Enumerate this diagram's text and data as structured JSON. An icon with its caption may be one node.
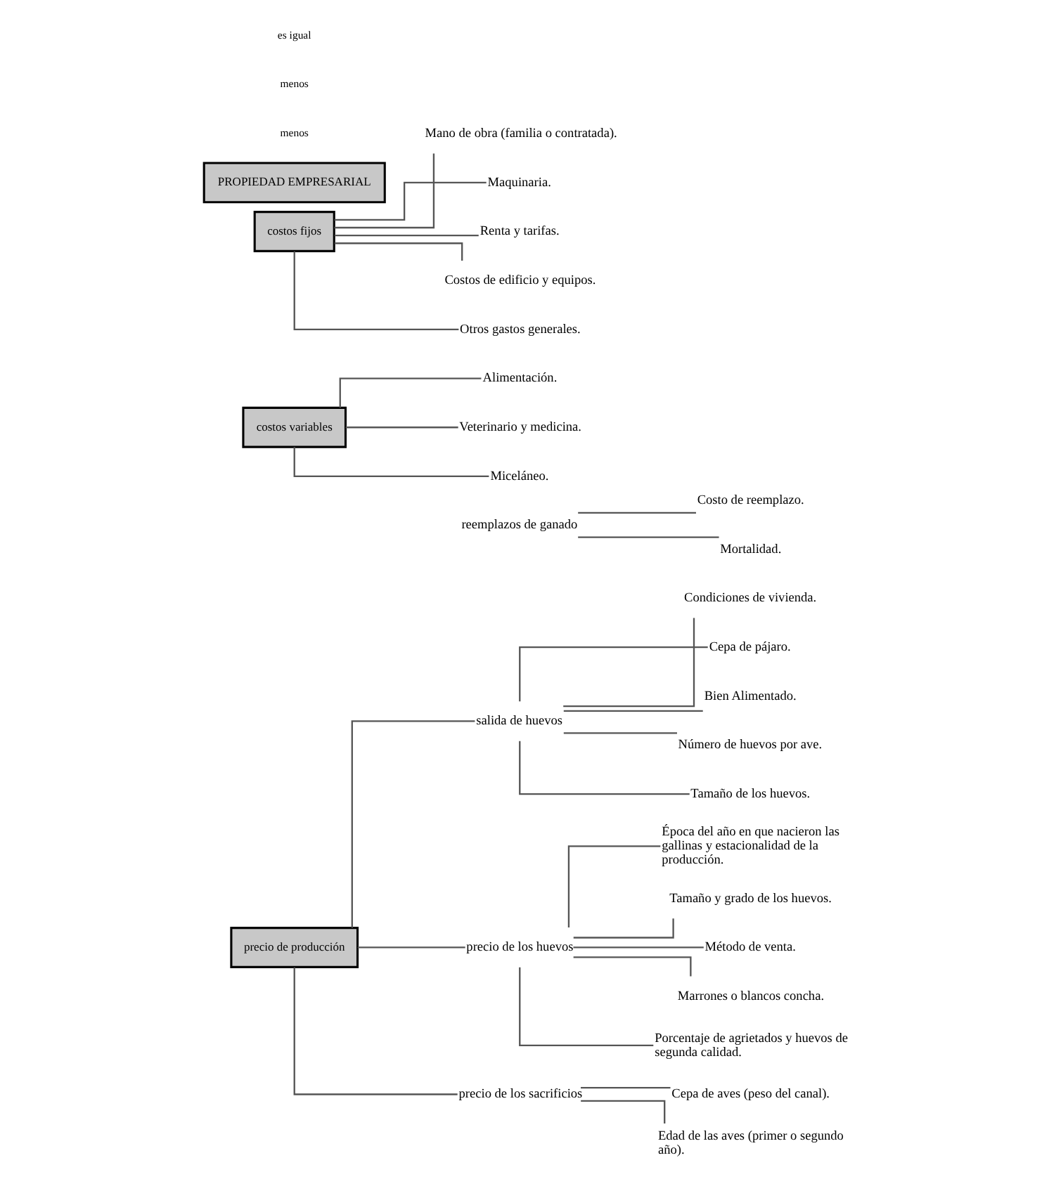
{
  "diagram": {
    "nodes": [
      {
        "text": [
          "precio de producción"
        ]
      },
      {
        "text": [
          "salida de huevos"
        ]
      },
      {
        "text": [
          "Condiciones de vivienda."
        ]
      },
      {
        "text": [
          "Cepa de pájaro."
        ]
      },
      {
        "text": [
          "Bien Alimentado."
        ]
      },
      {
        "text": [
          "Número de huevos por ave."
        ]
      },
      {
        "text": [
          "Tamaño de los huevos."
        ]
      },
      {
        "text": [
          "precio de los huevos"
        ]
      },
      {
        "text": [
          "Época del año en que nacieron las gallinas y estacionalidad de la producción."
        ]
      },
      {
        "text": [
          "Tamaño y grado de los huevos."
        ]
      },
      {
        "text": [
          "Método de venta."
        ]
      },
      {
        "text": [
          "Marrones o blancos concha."
        ]
      },
      {
        "text": [
          "Porcentaje de agrietados y huevos de segunda calidad."
        ]
      },
      {
        "text": [
          "precio de los sacrificios"
        ]
      },
      {
        "text": [
          "Cepa de aves (peso del canal)."
        ]
      },
      {
        "text": [
          "Edad de las aves (primer o segundo año)."
        ]
      },
      {
        "text": [
          "reemplazos de ganado"
        ]
      },
      {
        "text": [
          "Costo de reemplazo."
        ]
      },
      {
        "text": [
          "Mortalidad."
        ]
      },
      {
        "text": [
          "costos variables"
        ]
      },
      {
        "text": [
          "Alimentación."
        ]
      },
      {
        "text": [
          "Veterinario y medicina."
        ]
      },
      {
        "text": [
          "Miceláneo."
        ]
      },
      {
        "text": [
          "costos fijos"
        ]
      },
      {
        "text": [
          "Mano de obra (familia o contratada)."
        ]
      },
      {
        "text": [
          "Maquinaria."
        ]
      },
      {
        "text": [
          "Renta y tarifas."
        ]
      },
      {
        "text": [
          "Costos de edificio y equipos."
        ]
      },
      {
        "text": [
          "Otros gastos generales."
        ]
      },
      {
        "text": [
          "PROPIEDAD EMPRESARIAL"
        ]
      }
    ],
    "edges": [
      {
        "from": 0,
        "to": 1,
        "arrow": "none"
      },
      {
        "from": 0,
        "to": 7,
        "arrow": "none"
      },
      {
        "from": 0,
        "to": 13,
        "arrow": "none"
      },
      {
        "from": 1,
        "to": 2,
        "arrow": "none"
      },
      {
        "from": 1,
        "to": 3,
        "arrow": "none"
      },
      {
        "from": 1,
        "to": 4,
        "arrow": "none"
      },
      {
        "from": 1,
        "to": 5,
        "arrow": "none"
      },
      {
        "from": 1,
        "to": 6,
        "arrow": "none"
      },
      {
        "from": 7,
        "to": 8,
        "arrow": "none"
      },
      {
        "from": 7,
        "to": 9,
        "arrow": "none"
      },
      {
        "from": 7,
        "to": 10,
        "arrow": "none"
      },
      {
        "from": 7,
        "to": 11,
        "arrow": "none"
      },
      {
        "from": 7,
        "to": 12,
        "arrow": "none"
      },
      {
        "from": 13,
        "to": 14,
        "arrow": "none"
      },
      {
        "from": 13,
        "to": 15,
        "arrow": "none"
      },
      {
        "from": 16,
        "to": 17,
        "arrow": "none"
      },
      {
        "from": 16,
        "to": 18,
        "arrow": "none"
      },
      {
        "from": 19,
        "to": 20,
        "arrow": "none"
      },
      {
        "from": 19,
        "to": 21,
        "arrow": "none"
      },
      {
        "from": 19,
        "to": 22,
        "arrow": "none"
      },
      {
        "from": 23,
        "to": 24,
        "arrow": "none"
      },
      {
        "from": 23,
        "to": 25,
        "arrow": "none"
      },
      {
        "from": 23,
        "to": 26,
        "arrow": "none"
      },
      {
        "from": 23,
        "to": 27,
        "arrow": "none"
      },
      {
        "from": 23,
        "to": 28,
        "arrow": "none"
      }
    ],
    "labels": [
      "menos",
      "menos",
      "es igual"
    ]
  }
}
